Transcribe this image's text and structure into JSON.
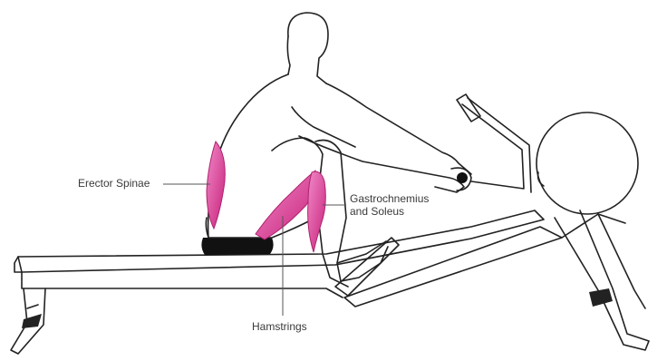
{
  "labels": {
    "erector_spinae": "Erector Spinae",
    "gastrocnemius_line1": "Gastrochnemius",
    "gastrocnemius_line2": "and Soleus",
    "hamstrings": "Hamstrings"
  },
  "colors": {
    "muscle_fill": "#e64aa8",
    "muscle_dark": "#b0226f",
    "outline": "#222222",
    "seat": "#111111",
    "background": "#ffffff"
  }
}
